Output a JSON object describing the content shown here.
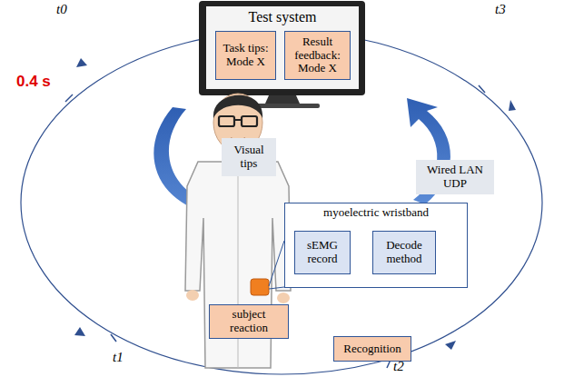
{
  "diagram": {
    "nodes": [
      {
        "text": [
          "Test system"
        ]
      },
      {
        "text": [
          "Task tips: Mode X"
        ],
        "in": 0
      },
      {
        "text": [
          "Result feedback: Mode X"
        ],
        "in": 0
      },
      {
        "text": [
          "Visual tips"
        ]
      },
      {
        "text": [
          "Wired LAN UDP"
        ]
      },
      {
        "text": [
          "myoelectric wristband"
        ]
      },
      {
        "text": [
          "sEMG record"
        ],
        "in": 5
      },
      {
        "text": [
          "Decode method"
        ],
        "in": 5
      },
      {
        "text": [
          "subject reaction"
        ]
      },
      {
        "text": [
          "Recognition"
        ]
      }
    ],
    "edges": [
      {
        "from": 6,
        "to": 7,
        "arrow": "to"
      }
    ],
    "labels": [
      "t0",
      "t3",
      "0.4 s",
      "t1",
      "t2"
    ]
  }
}
